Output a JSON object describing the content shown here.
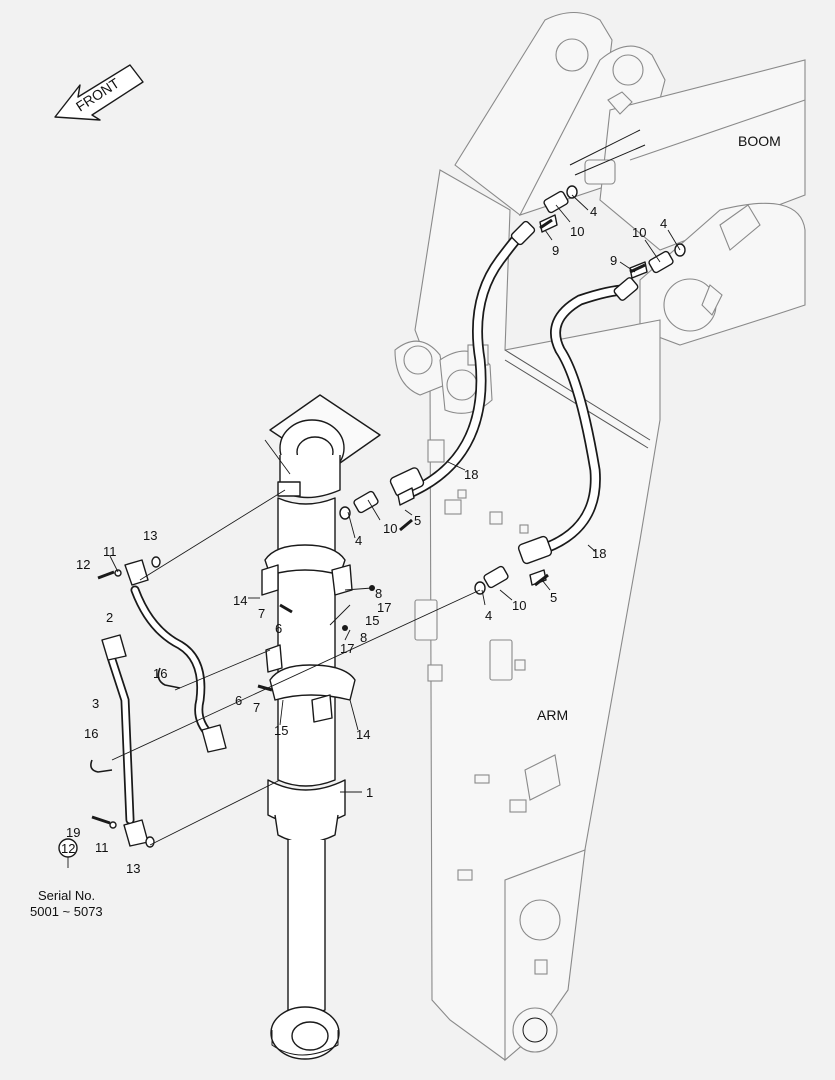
{
  "labels": {
    "front": "FRONT",
    "boom": "BOOM",
    "arm": "ARM",
    "serial_title": "Serial No.",
    "serial_range": "5001 ~ 5073",
    "ref_circle": "12"
  },
  "callouts": {
    "c1": "1",
    "c2": "2",
    "c3": "3",
    "c4a": "4",
    "c4b": "4",
    "c4c": "4",
    "c4d": "4",
    "c5a": "5",
    "c5b": "5",
    "c6a": "6",
    "c6b": "6",
    "c7a": "7",
    "c7b": "7",
    "c8a": "8",
    "c8b": "8",
    "c9a": "9",
    "c9b": "9",
    "c10a": "10",
    "c10b": "10",
    "c10c": "10",
    "c10d": "10",
    "c11a": "11",
    "c11b": "11",
    "c12": "12",
    "c13a": "13",
    "c13b": "13",
    "c14a": "14",
    "c14b": "14",
    "c15a": "15",
    "c15b": "15",
    "c16a": "16",
    "c16b": "16",
    "c17a": "17",
    "c17b": "17",
    "c18a": "18",
    "c18b": "18",
    "c19": "19"
  }
}
